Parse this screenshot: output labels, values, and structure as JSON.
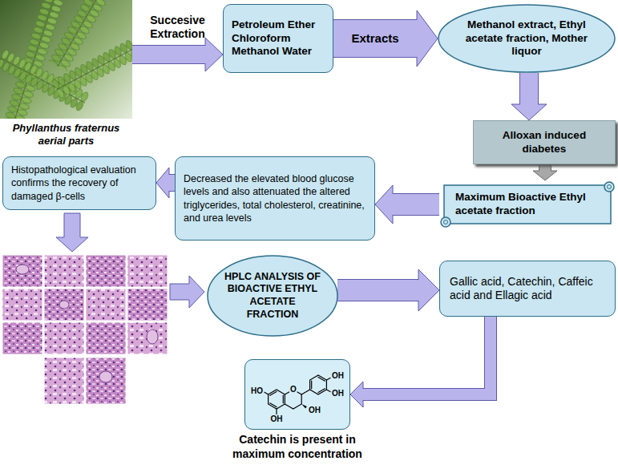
{
  "diagram": {
    "nodes": [
      {
        "text": [
          "Phyllanthus fraternus aerial parts"
        ]
      },
      {
        "text": [
          "Petroleum Ether Chloroform Methanol Water"
        ]
      },
      {
        "text": [
          "Methanol extract, Ethyl acetate fraction, Mother liquor"
        ]
      },
      {
        "text": [
          "Alloxan induced diabetes"
        ]
      },
      {
        "text": [
          "Maximum Bioactive Ethyl acetate fraction"
        ]
      },
      {
        "text": [
          "Decreased the elevated blood glucose levels and also attenuated the altered triglycerides, total cholesterol, creatinine, and urea levels"
        ]
      },
      {
        "text": [
          "Histopathological evaluation confirms the recovery of damaged β-cells"
        ]
      },
      {
        "text": [
          "HPLC ANALYSIS OF BIOACTIVE ETHYL ACETATE FRACTION"
        ]
      },
      {
        "text": [
          "Gallic acid, Catechin, Caffeic acid and Ellagic acid"
        ]
      },
      {
        "text": [
          "Catechin is present in maximum concentration"
        ]
      }
    ],
    "edges": [
      {
        "from": 0,
        "to": 1,
        "label": "Succesive Extraction",
        "arrow": "to"
      },
      {
        "from": 1,
        "to": 2,
        "label": "Extracts",
        "arrow": "to"
      },
      {
        "from": 2,
        "to": 3,
        "arrow": "to"
      },
      {
        "from": 3,
        "to": 4,
        "arrow": "to"
      },
      {
        "from": 4,
        "to": 5,
        "arrow": "to"
      },
      {
        "from": 5,
        "to": 6,
        "arrow": "to"
      },
      {
        "from": 7,
        "to": 8,
        "arrow": "to"
      },
      {
        "from": 8,
        "to": 9,
        "arrow": "to"
      }
    ],
    "labels": [
      "HO",
      "O",
      "OH",
      "OH",
      "OH",
      "OH"
    ]
  }
}
